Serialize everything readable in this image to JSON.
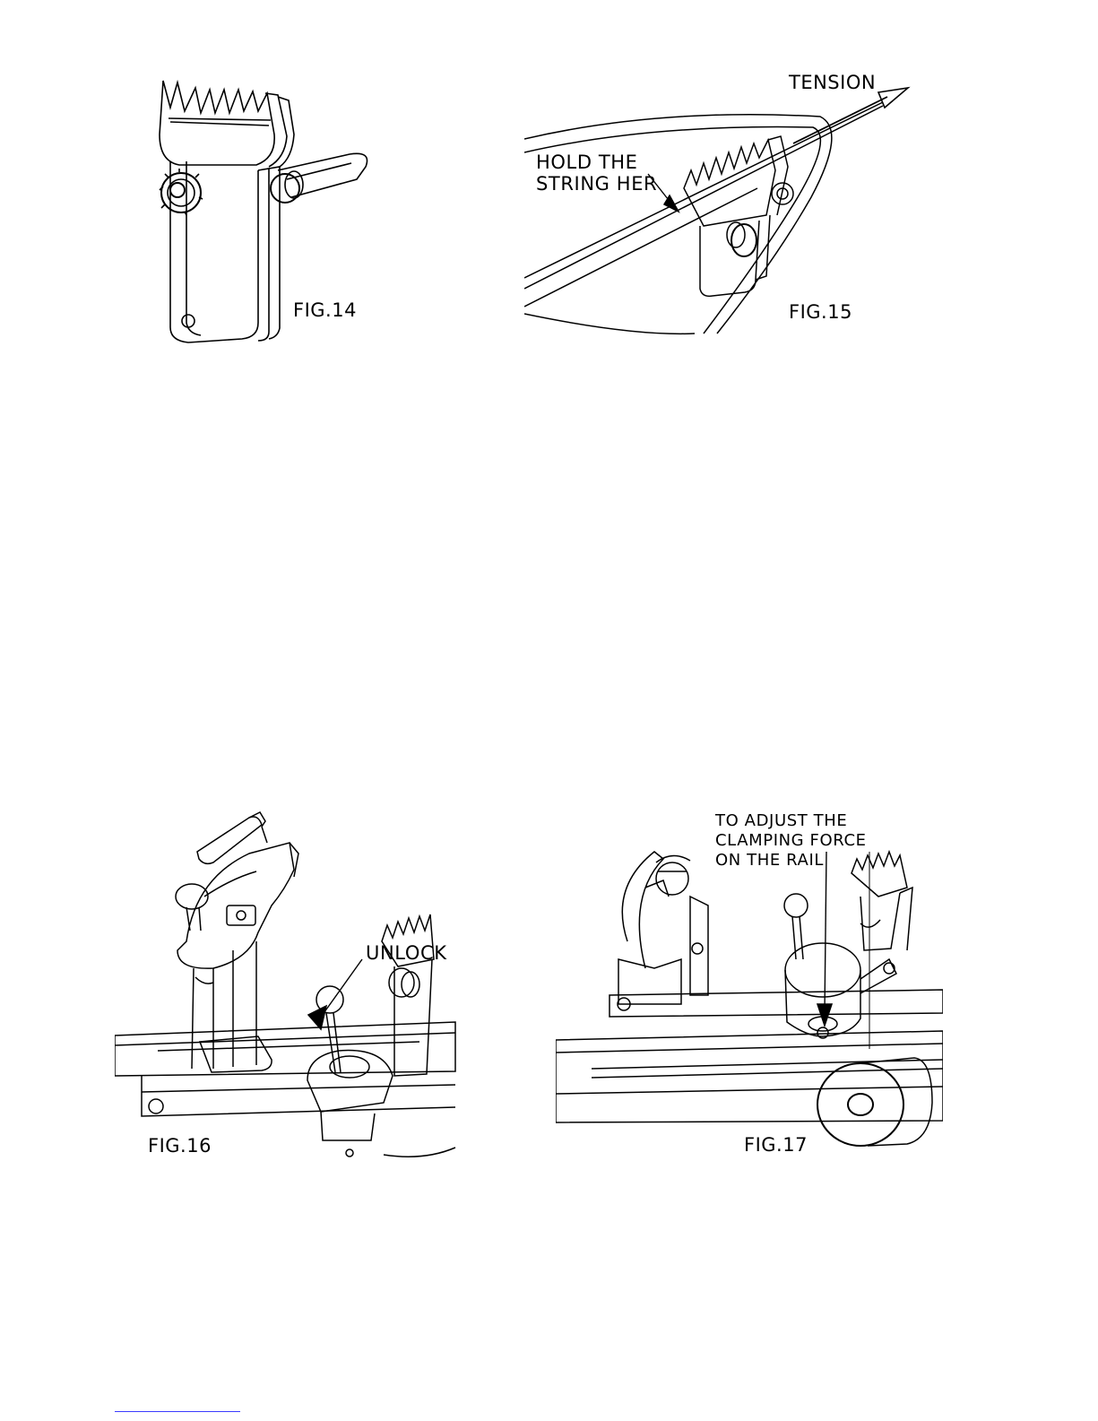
{
  "figures": {
    "fig14": {
      "label": "FIG.14"
    },
    "fig15": {
      "label": "FIG.15",
      "tension": "TENSION",
      "hold_line1": "HOLD THE",
      "hold_line2": "STRING HER"
    },
    "fig16": {
      "label": "FIG.16",
      "unlock": "UNLOCK"
    },
    "fig17": {
      "label": "FIG.17",
      "adjust_line1": "TO ADJUST THE",
      "adjust_line2": "CLAMPING FORCE",
      "adjust_line3": "ON THE RAIL"
    }
  }
}
